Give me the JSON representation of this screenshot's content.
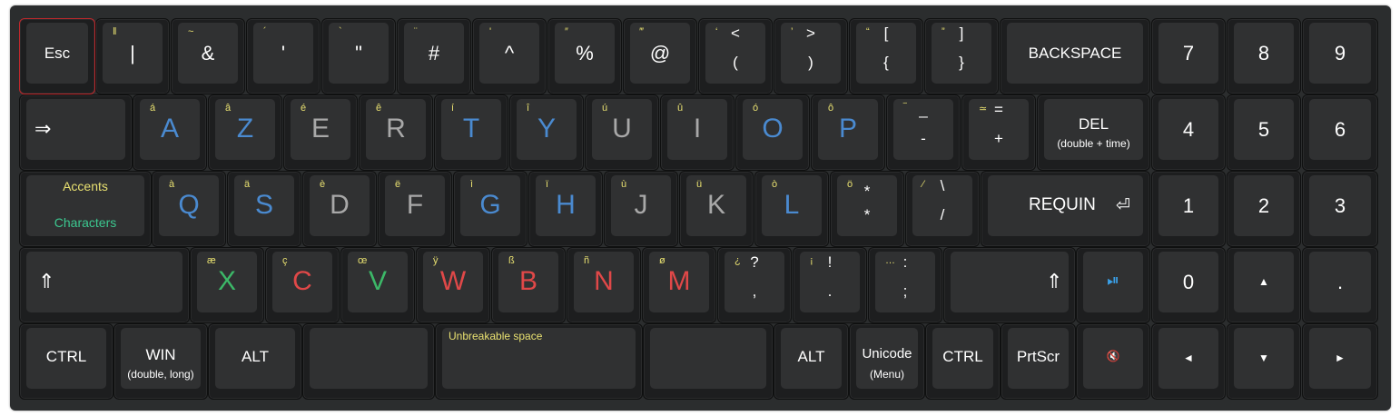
{
  "row1": {
    "esc": "Esc",
    "k1": {
      "accent": "‖",
      "main": "|"
    },
    "k2": {
      "accent": "~",
      "main": "&"
    },
    "k3": {
      "accent": "´",
      "main": "'"
    },
    "k4": {
      "accent": "`",
      "main": "\""
    },
    "k5": {
      "accent": "¨",
      "main": "#"
    },
    "k6": {
      "accent": "'",
      "main": "^"
    },
    "k7": {
      "accent": "″",
      "main": "%"
    },
    "k8": {
      "accent": "‴",
      "main": "@"
    },
    "k9": {
      "accent": "‘",
      "upper": "<",
      "lower": "("
    },
    "k10": {
      "accent": "’",
      "upper": ">",
      "lower": ")"
    },
    "k11": {
      "accent": "“",
      "upper": "[",
      "lower": "{"
    },
    "k12": {
      "accent": "”",
      "upper": "]",
      "lower": "}"
    },
    "backspace": "BACKSPACE",
    "n7": "7",
    "n8": "8",
    "n9": "9"
  },
  "row2": {
    "tab": "⇒",
    "A": {
      "accent": "á",
      "main": "A"
    },
    "Z": {
      "accent": "â",
      "main": "Z"
    },
    "E": {
      "accent": "é",
      "main": "E"
    },
    "R": {
      "accent": "ê",
      "main": "R"
    },
    "T": {
      "accent": "í",
      "main": "T"
    },
    "Y": {
      "accent": "î",
      "main": "Y"
    },
    "U": {
      "accent": "ú",
      "main": "U"
    },
    "I": {
      "accent": "û",
      "main": "I"
    },
    "O": {
      "accent": "ó",
      "main": "O"
    },
    "P": {
      "accent": "ô",
      "main": "P"
    },
    "minus": {
      "accent": "‾",
      "upper": "_",
      "lower": "-"
    },
    "equal": {
      "accent": "≃",
      "upper": "=",
      "lower": "+"
    },
    "del": "DEL",
    "del_sub": "(double + time)",
    "n4": "4",
    "n5": "5",
    "n6": "6"
  },
  "row3": {
    "accents": "Accents",
    "characters": "Characters",
    "Q": {
      "accent": "à",
      "main": "Q"
    },
    "S": {
      "accent": "ä",
      "main": "S"
    },
    "D": {
      "accent": "è",
      "main": "D"
    },
    "F": {
      "accent": "ë",
      "main": "F"
    },
    "G": {
      "accent": "ì",
      "main": "G"
    },
    "H": {
      "accent": "ï",
      "main": "H"
    },
    "J": {
      "accent": "ù",
      "main": "J"
    },
    "K": {
      "accent": "ü",
      "main": "K"
    },
    "L": {
      "accent": "ò",
      "main": "L"
    },
    "star": {
      "accent": "ö",
      "upper": "*",
      "lower": "*"
    },
    "slash": {
      "accent": "⁄",
      "upper": "\\",
      "lower": "/"
    },
    "enter": "REQUIN",
    "enter_icon": "⏎",
    "n1": "1",
    "n2": "2",
    "n3": "3"
  },
  "row4": {
    "shift_l": "⇑",
    "X": {
      "accent": "æ",
      "main": "X"
    },
    "C": {
      "accent": "ç",
      "main": "C"
    },
    "V": {
      "accent": "œ",
      "main": "V"
    },
    "W": {
      "accent": "ÿ",
      "main": "W"
    },
    "B": {
      "accent": "ß",
      "main": "B"
    },
    "N": {
      "accent": "ñ",
      "main": "N"
    },
    "M": {
      "accent": "ø",
      "main": "M"
    },
    "q": {
      "accent": "¿",
      "upper": "?",
      "lower": ","
    },
    "e": {
      "accent": "¡",
      "upper": "!",
      "lower": "."
    },
    "col": {
      "accent": "…",
      "upper": ":",
      "lower": ";"
    },
    "shift_r": "⇑",
    "play": "⏯",
    "n0": "0",
    "up": "▲",
    "dot": "."
  },
  "row5": {
    "ctrl_l": "CTRL",
    "win": "WIN",
    "win_sub": "(double, long)",
    "alt_l": "ALT",
    "space_label": "Unbreakable space",
    "alt_r": "ALT",
    "unicode": "Unicode",
    "unicode_sub": "(Menu)",
    "ctrl_r": "CTRL",
    "prtscr": "PrtScr",
    "mute": "🔇",
    "left": "◄",
    "down": "▼",
    "right": "►"
  }
}
